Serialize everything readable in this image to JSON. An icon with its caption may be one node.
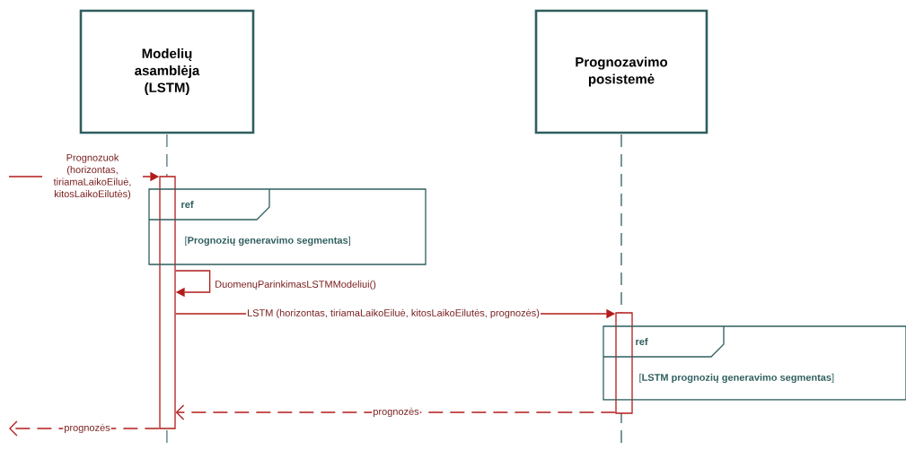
{
  "diagram": {
    "nodes": [
      {
        "text": [
          "Modelių asamblėja (LSTM)"
        ]
      },
      {
        "text": [
          "Prognozavimo posistemė"
        ]
      },
      {
        "text": [],
        "shape": "bar"
      },
      {
        "text": [],
        "shape": "bar"
      },
      {
        "text": [
          "ref",
          "[**Prognozių generavimo segmentas**]"
        ]
      },
      {
        "text": [
          "ref",
          "[**LSTM prognozių generavimo segmentas**]"
        ]
      }
    ],
    "edges": [
      {
        "from": null,
        "to": 2,
        "arrow": "to",
        "label": "Prognozuok (horizontas, tiriamaLaikoEiluė, kitosLaikoEilutės)"
      },
      {
        "from": 2,
        "to": 2,
        "arrow": "to",
        "label": "DuomenųParinkimasLSTMModeliui()"
      },
      {
        "from": 2,
        "to": 3,
        "arrow": "to",
        "label": "LSTM (horizontas, tiriamaLaikoEiluė, kitosLaikoEilutės, prognozės)"
      },
      {
        "from": 3,
        "to": 2,
        "arrow": "to",
        "label": "prognozės",
        "style": "dashed"
      },
      {
        "from": 2,
        "to": null,
        "arrow": "to",
        "label": "prognozės",
        "style": "dashed"
      }
    ]
  }
}
